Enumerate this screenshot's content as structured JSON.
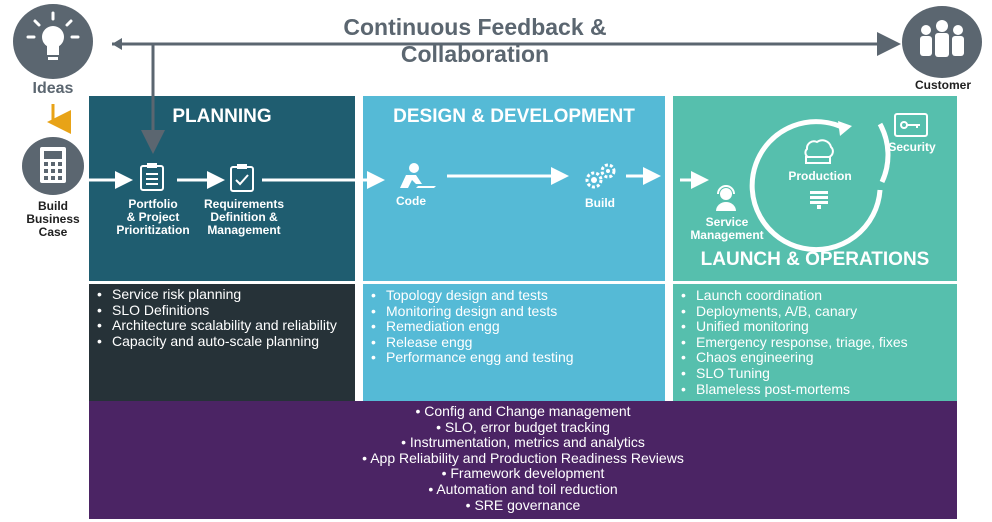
{
  "header": {
    "title_line1": "Continuous Feedback &",
    "title_line2": "Collaboration",
    "ideas_label": "Ideas",
    "customer_label": "Customer"
  },
  "build_case": {
    "line1": "Build",
    "line2": "Business",
    "line3": "Case"
  },
  "planning": {
    "title": "PLANNING",
    "portfolio_lines": [
      "Portfolio",
      "& Project",
      "Prioritization"
    ],
    "requirements_lines": [
      "Requirements",
      "Definition &",
      "Management"
    ],
    "items": [
      "Service risk planning",
      "SLO Definitions",
      "Architecture scalability and reliability",
      "Capacity and auto-scale planning"
    ]
  },
  "design": {
    "title": "DESIGN & DEVELOPMENT",
    "code_label": "Code",
    "build_label": "Build",
    "items": [
      "Topology design and tests",
      "Monitoring design and tests",
      "Remediation engg",
      "Release engg",
      "Performance engg and testing"
    ]
  },
  "launch": {
    "title": "LAUNCH & OPERATIONS",
    "service_lines": [
      "Service",
      "Management"
    ],
    "production_label": "Production",
    "security_label": "Security",
    "items": [
      "Launch coordination",
      "Deployments,  A/B, canary",
      "Unified monitoring",
      "Emergency response, triage, fixes",
      "Chaos engineering",
      "SLO Tuning",
      "Blameless post-mortems"
    ]
  },
  "governance": {
    "items": [
      "Config and Change management",
      "SLO, error budget tracking",
      "Instrumentation, metrics and analytics",
      "App Reliability and Production Readiness Reviews",
      "Framework development",
      "Automation and toil reduction",
      "SRE governance"
    ]
  },
  "colors": {
    "planning": "#1f5d70",
    "planning_dark": "#263238",
    "design": "#55bad6",
    "launch": "#56bfad",
    "governance": "#4b2464",
    "grey": "#5b6670",
    "ideas_arrow": "#e8a317"
  }
}
